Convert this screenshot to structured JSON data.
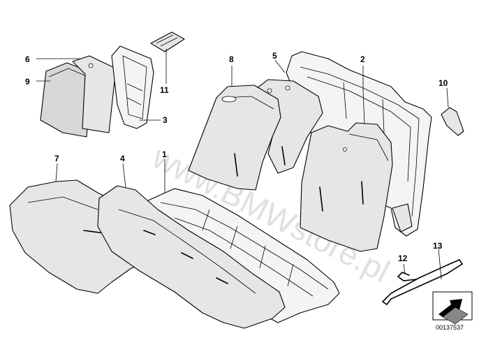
{
  "callouts": {
    "c1": "1",
    "c2": "2",
    "c3": "3",
    "c4": "4",
    "c5": "5",
    "c6": "6",
    "c7": "7",
    "c8": "8",
    "c9": "9",
    "c10": "10",
    "c11": "11",
    "c12": "12",
    "c13": "13"
  },
  "watermark": "www.BMWstore.pl",
  "reference_number": "00137537",
  "icon": "arrow-box-icon"
}
